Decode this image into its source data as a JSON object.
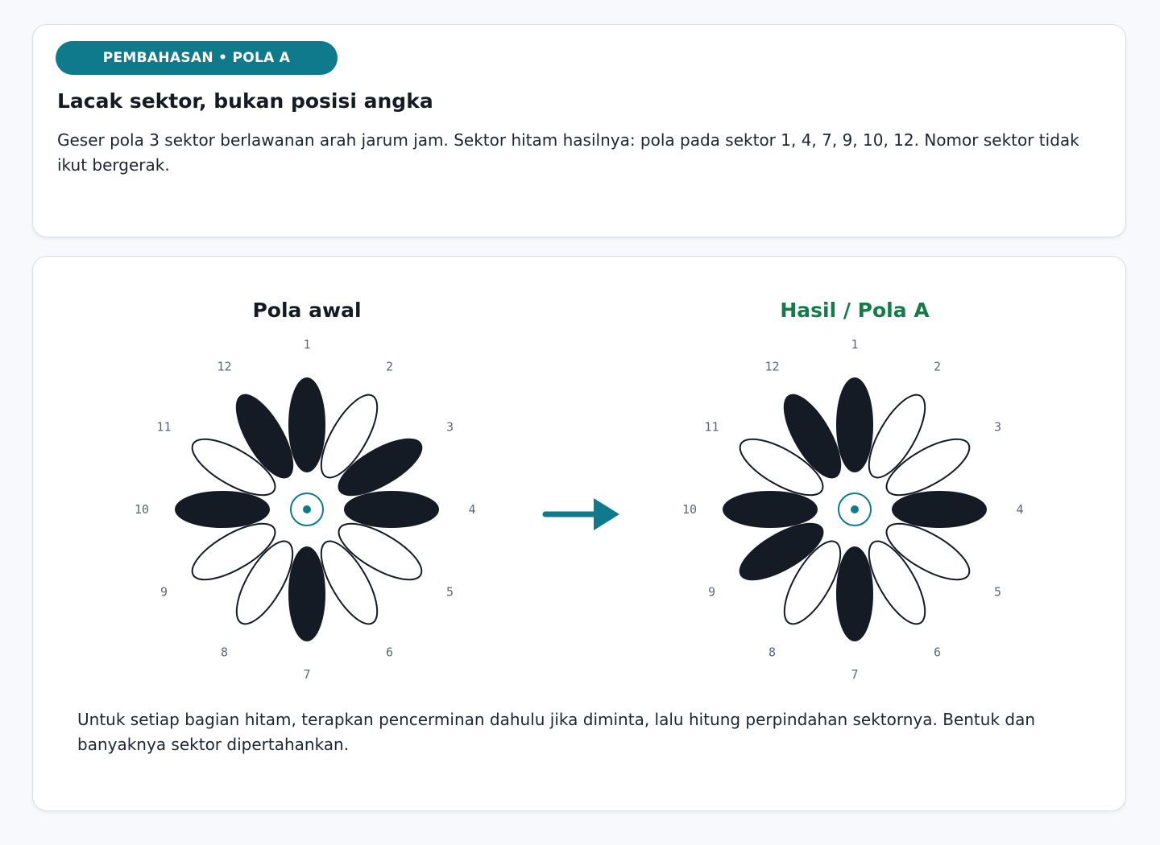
{
  "header": {
    "badge": "PEMBAHASAN • POLA A",
    "title": "Lacak sektor, bukan posisi angka",
    "description": "Geser pola 3 sektor berlawanan arah jarum jam. Sektor hitam hasilnya: pola pada sektor 1, 4, 7, 9, 10, 12. Nomor sektor tidak ikut bergerak."
  },
  "panels": {
    "left_title": "Pola awal",
    "right_title": "Hasil / Pola A"
  },
  "colors": {
    "accent": "#0e7a8c",
    "result_title": "#137a4a",
    "filled_petal": "#141b24",
    "empty_petal": "#ffffff"
  },
  "chart_data": [
    {
      "type": "diagram",
      "title": "Pola awal",
      "sectors": [
        "1",
        "2",
        "3",
        "4",
        "5",
        "6",
        "7",
        "8",
        "9",
        "10",
        "11",
        "12"
      ],
      "black_sectors": [
        1,
        3,
        4,
        7,
        10,
        12
      ]
    },
    {
      "type": "diagram",
      "title": "Hasil / Pola A",
      "sectors": [
        "1",
        "2",
        "3",
        "4",
        "5",
        "6",
        "7",
        "8",
        "9",
        "10",
        "11",
        "12"
      ],
      "black_sectors": [
        1,
        4,
        7,
        9,
        10,
        12
      ]
    }
  ],
  "footer": {
    "text": "Untuk setiap bagian hitam, terapkan pencerminan dahulu jika diminta, lalu hitung perpindahan sektornya. Bentuk dan banyaknya sektor dipertahankan."
  }
}
